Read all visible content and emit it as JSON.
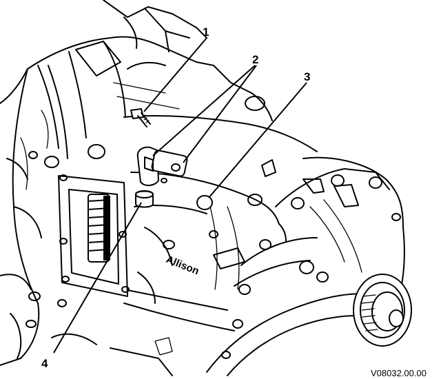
{
  "callouts": [
    {
      "number": "1"
    },
    {
      "number": "2"
    },
    {
      "number": "3"
    },
    {
      "number": "4"
    }
  ],
  "figure_id": "V08032.00.00",
  "housing_marking": "Allison"
}
